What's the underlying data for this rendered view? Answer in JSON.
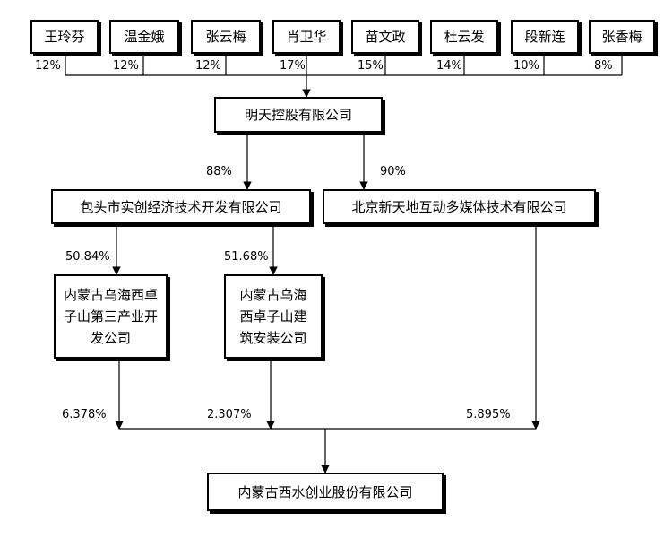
{
  "shareholders": [
    {
      "name": "王玲芬",
      "pct": "12%"
    },
    {
      "name": "温金娥",
      "pct": "12%"
    },
    {
      "name": "张云梅",
      "pct": "12%"
    },
    {
      "name": "肖卫华",
      "pct": "17%"
    },
    {
      "name": "苗文政",
      "pct": "15%"
    },
    {
      "name": "杜云发",
      "pct": "14%"
    },
    {
      "name": "段新连",
      "pct": "10%"
    },
    {
      "name": "张香梅",
      "pct": "8%"
    }
  ],
  "holding": {
    "name": "明天控股有限公司"
  },
  "sub_baotou": {
    "name": "包头市实创经济技术开发有限公司",
    "pct": "88%"
  },
  "sub_beijing": {
    "name": "北京新天地互动多媒体技术有限公司",
    "pct": "90%"
  },
  "sub_dev": {
    "name": "内蒙古乌海西卓子山第三产业开发公司",
    "pct": "50.84%",
    "pct_target": "6.378%"
  },
  "sub_build": {
    "name": "内蒙古乌海西卓子山建筑安装公司",
    "pct": "51.68%",
    "pct_target": "2.307%"
  },
  "beijing_to_target_pct": "5.895%",
  "target": {
    "name": "内蒙古西水创业股份有限公司"
  }
}
